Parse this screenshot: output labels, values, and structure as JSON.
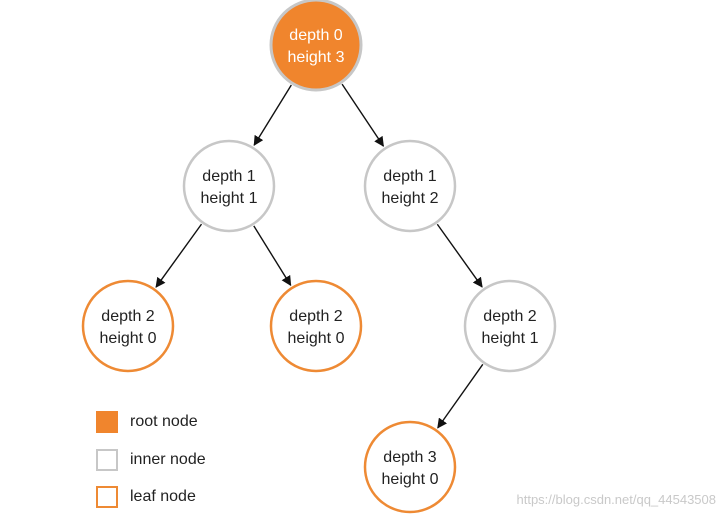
{
  "colors": {
    "root_fill": "#f0852d",
    "root_ring": "#c7c7c7",
    "inner_stroke": "#c7c7c7",
    "leaf_stroke": "#ee8a34",
    "edge": "#111111",
    "node_text": "#222222"
  },
  "nodes": [
    {
      "id": "n0",
      "type": "root",
      "line1": "depth 0",
      "line2": "height 3"
    },
    {
      "id": "n1",
      "type": "inner",
      "line1": "depth 1",
      "line2": "height 1"
    },
    {
      "id": "n2",
      "type": "inner",
      "line1": "depth 1",
      "line2": "height 2"
    },
    {
      "id": "n3",
      "type": "leaf",
      "line1": "depth 2",
      "line2": "height 0"
    },
    {
      "id": "n4",
      "type": "leaf",
      "line1": "depth 2",
      "line2": "height 0"
    },
    {
      "id": "n5",
      "type": "inner",
      "line1": "depth 2",
      "line2": "height 1"
    },
    {
      "id": "n6",
      "type": "leaf",
      "line1": "depth 3",
      "line2": "height 0"
    }
  ],
  "edges": [
    {
      "from": "n0",
      "to": "n1"
    },
    {
      "from": "n0",
      "to": "n2"
    },
    {
      "from": "n1",
      "to": "n3"
    },
    {
      "from": "n1",
      "to": "n4"
    },
    {
      "from": "n2",
      "to": "n5"
    },
    {
      "from": "n5",
      "to": "n6"
    }
  ],
  "legend": {
    "root": "root node",
    "inner": "inner node",
    "leaf": "leaf node"
  },
  "watermark": "https://blog.csdn.net/qq_44543508"
}
